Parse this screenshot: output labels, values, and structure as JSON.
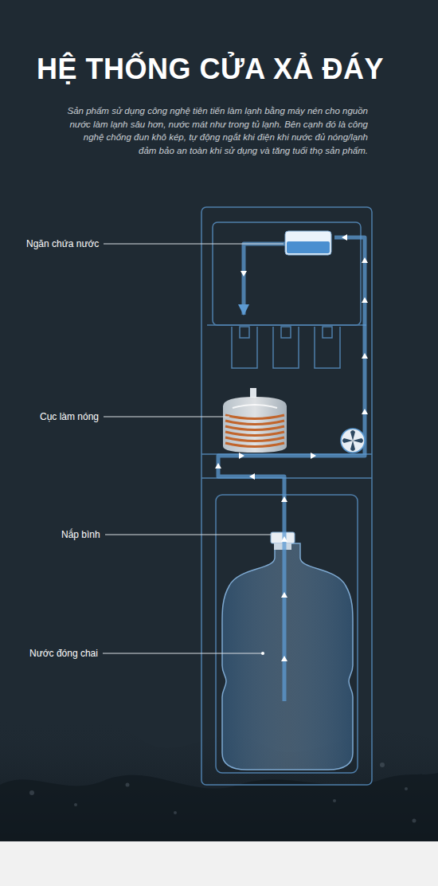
{
  "diagram": {
    "title": "HỆ THỐNG CỬA XẢ ĐÁY",
    "labels": [
      "Sản phẩm sử dụng công nghệ tiên tiến làm lạnh bằng máy nén cho nguồn nước làm lạnh sâu hơn, nước mát như trong tủ lạnh. Bên cạnh đó là công nghệ chống đun khô kép, tự động ngắt khi điện khi nước đủ nóng/lạnh đảm bảo an toàn khi sử dụng và tăng tuổi thọ sản phẩm.",
      "Ngăn chứa nước",
      "Cục làm nóng",
      "Nắp bình",
      "Nước đóng chai"
    ]
  }
}
